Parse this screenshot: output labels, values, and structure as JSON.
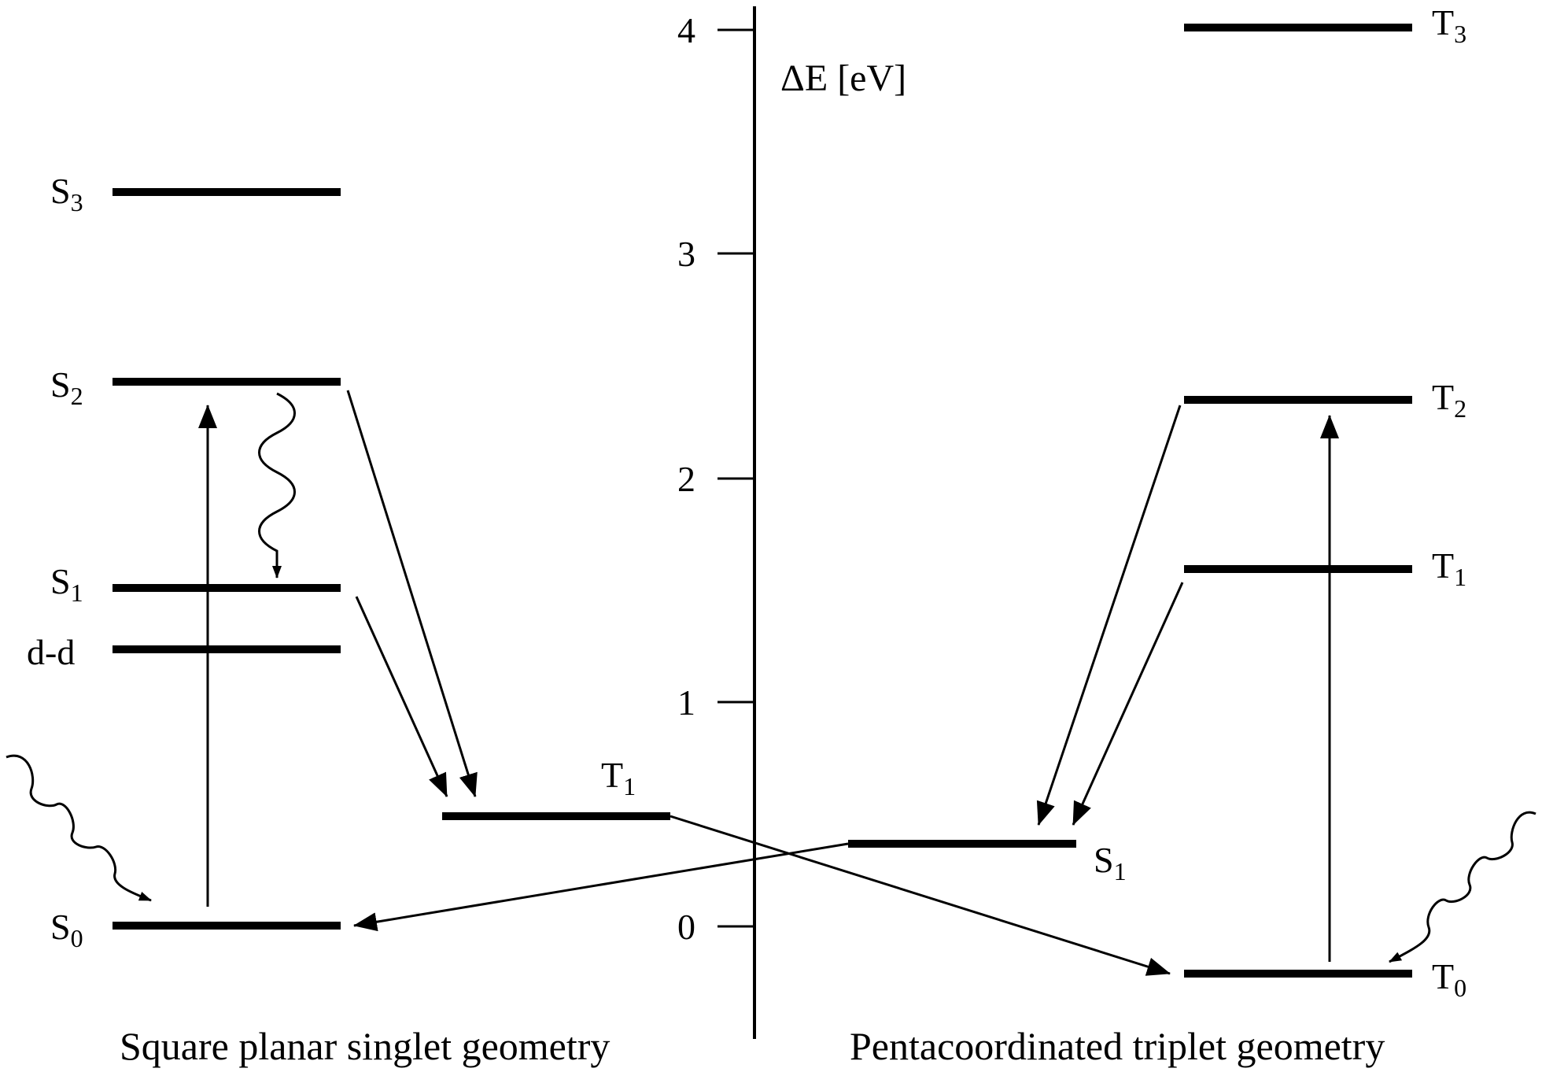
{
  "axis": {
    "title": "ΔE [eV]",
    "ticks": [
      "0",
      "1",
      "2",
      "3",
      "4"
    ]
  },
  "captions": {
    "left": "Square planar singlet geometry",
    "right": "Pentacoordinated triplet geometry"
  },
  "left_levels": {
    "s3": {
      "letter": "S",
      "sub": "3"
    },
    "s2": {
      "letter": "S",
      "sub": "2"
    },
    "s1": {
      "letter": "S",
      "sub": "1"
    },
    "dd": {
      "text": "d-d"
    },
    "s0": {
      "letter": "S",
      "sub": "0"
    },
    "t1": {
      "letter": "T",
      "sub": "1"
    }
  },
  "right_levels": {
    "t3": {
      "letter": "T",
      "sub": "3"
    },
    "t2": {
      "letter": "T",
      "sub": "2"
    },
    "t1": {
      "letter": "T",
      "sub": "1"
    },
    "s1": {
      "letter": "S",
      "sub": "1"
    },
    "t0": {
      "letter": "T",
      "sub": "0"
    }
  },
  "colors": {
    "ink": "#000000",
    "background": "#ffffff"
  }
}
